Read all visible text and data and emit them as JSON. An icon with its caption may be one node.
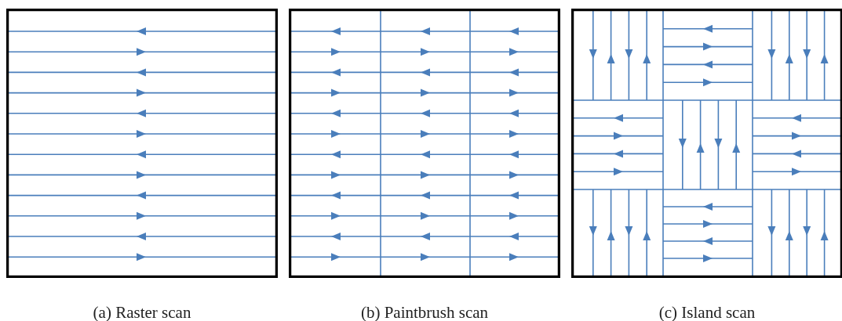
{
  "diagram": {
    "nodes": [
      {
        "text": [
          "(a) Raster scan"
        ]
      },
      {
        "text": [
          "(b) Paintbrush scan"
        ]
      },
      {
        "text": [
          "(c) Island scan"
        ]
      }
    ]
  }
}
